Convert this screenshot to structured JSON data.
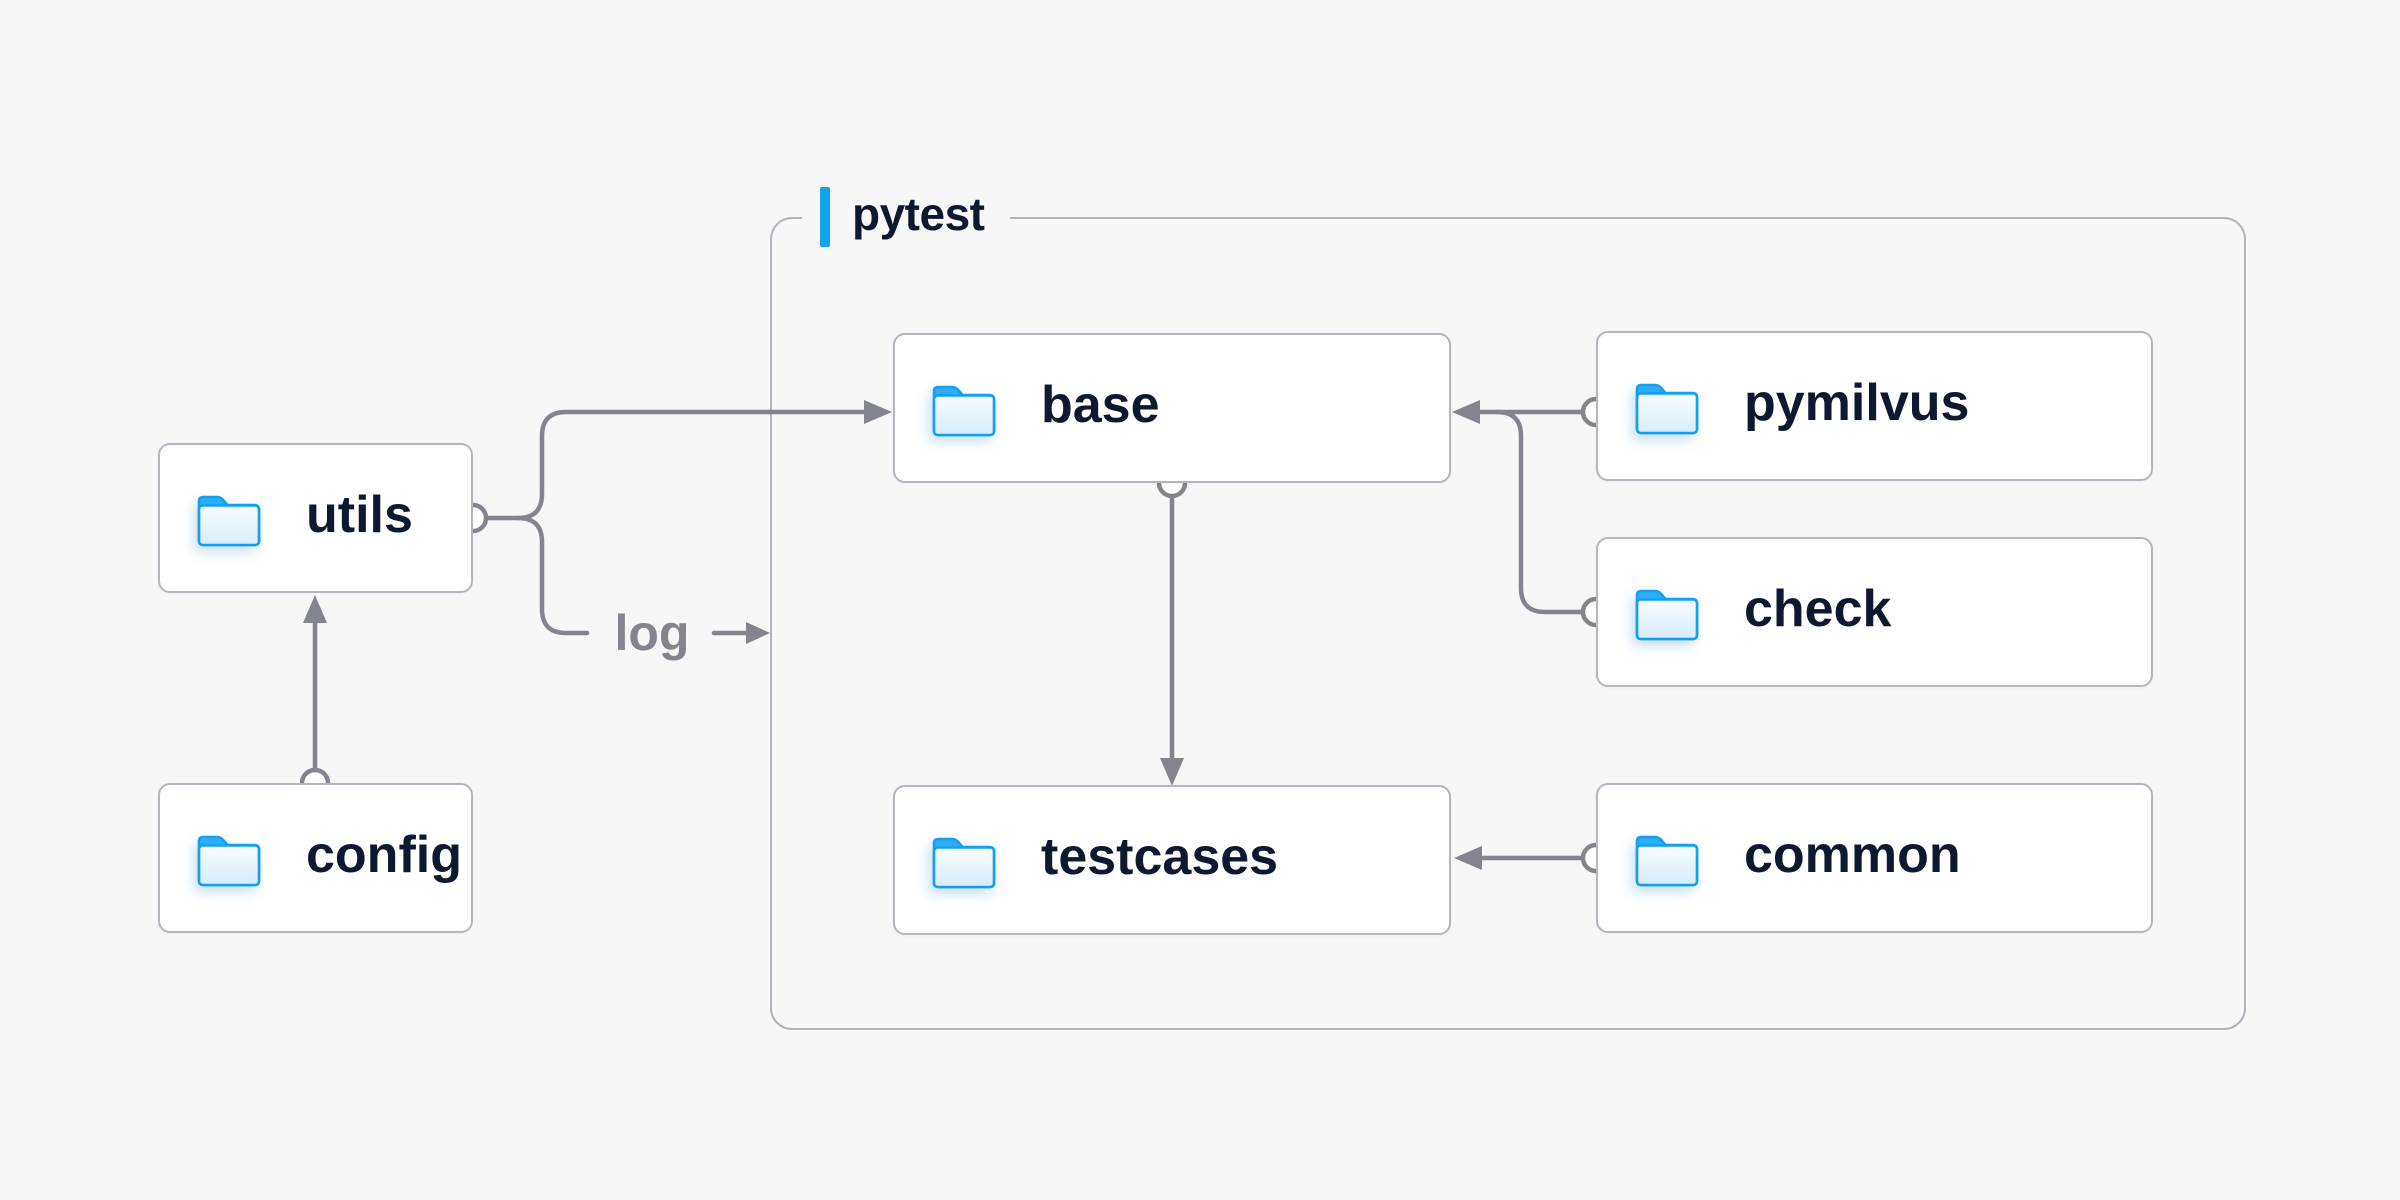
{
  "page": {
    "background_color": "#f7f7f8"
  },
  "diagram": {
    "group": {
      "label": "pytest",
      "accent_color": "#12a3f3"
    },
    "nodes": {
      "utils": {
        "label": "utils",
        "icon": "folder-icon"
      },
      "config": {
        "label": "config",
        "icon": "folder-icon"
      },
      "base": {
        "label": "base",
        "icon": "folder-icon"
      },
      "pymilvus": {
        "label": "pymilvus",
        "icon": "folder-icon"
      },
      "check": {
        "label": "check",
        "icon": "folder-icon"
      },
      "testcases": {
        "label": "testcases",
        "icon": "folder-icon"
      },
      "common": {
        "label": "common",
        "icon": "folder-icon"
      }
    },
    "edges": [
      {
        "from": "config",
        "to": "utils"
      },
      {
        "from": "utils",
        "to": "base"
      },
      {
        "from": "utils",
        "to": "pytest-group",
        "label": "log"
      },
      {
        "from": "pymilvus",
        "to": "base"
      },
      {
        "from": "check",
        "to": "base"
      },
      {
        "from": "base",
        "to": "testcases"
      },
      {
        "from": "common",
        "to": "testcases"
      }
    ],
    "edge_label": "log",
    "colors": {
      "edge": "#84848f",
      "node_border": "#b5b5c0",
      "group_border": "#b2b2bd",
      "node_background": "#ffffff",
      "label_text": "#0e1930",
      "folder_blue": "#14a0ef"
    }
  }
}
